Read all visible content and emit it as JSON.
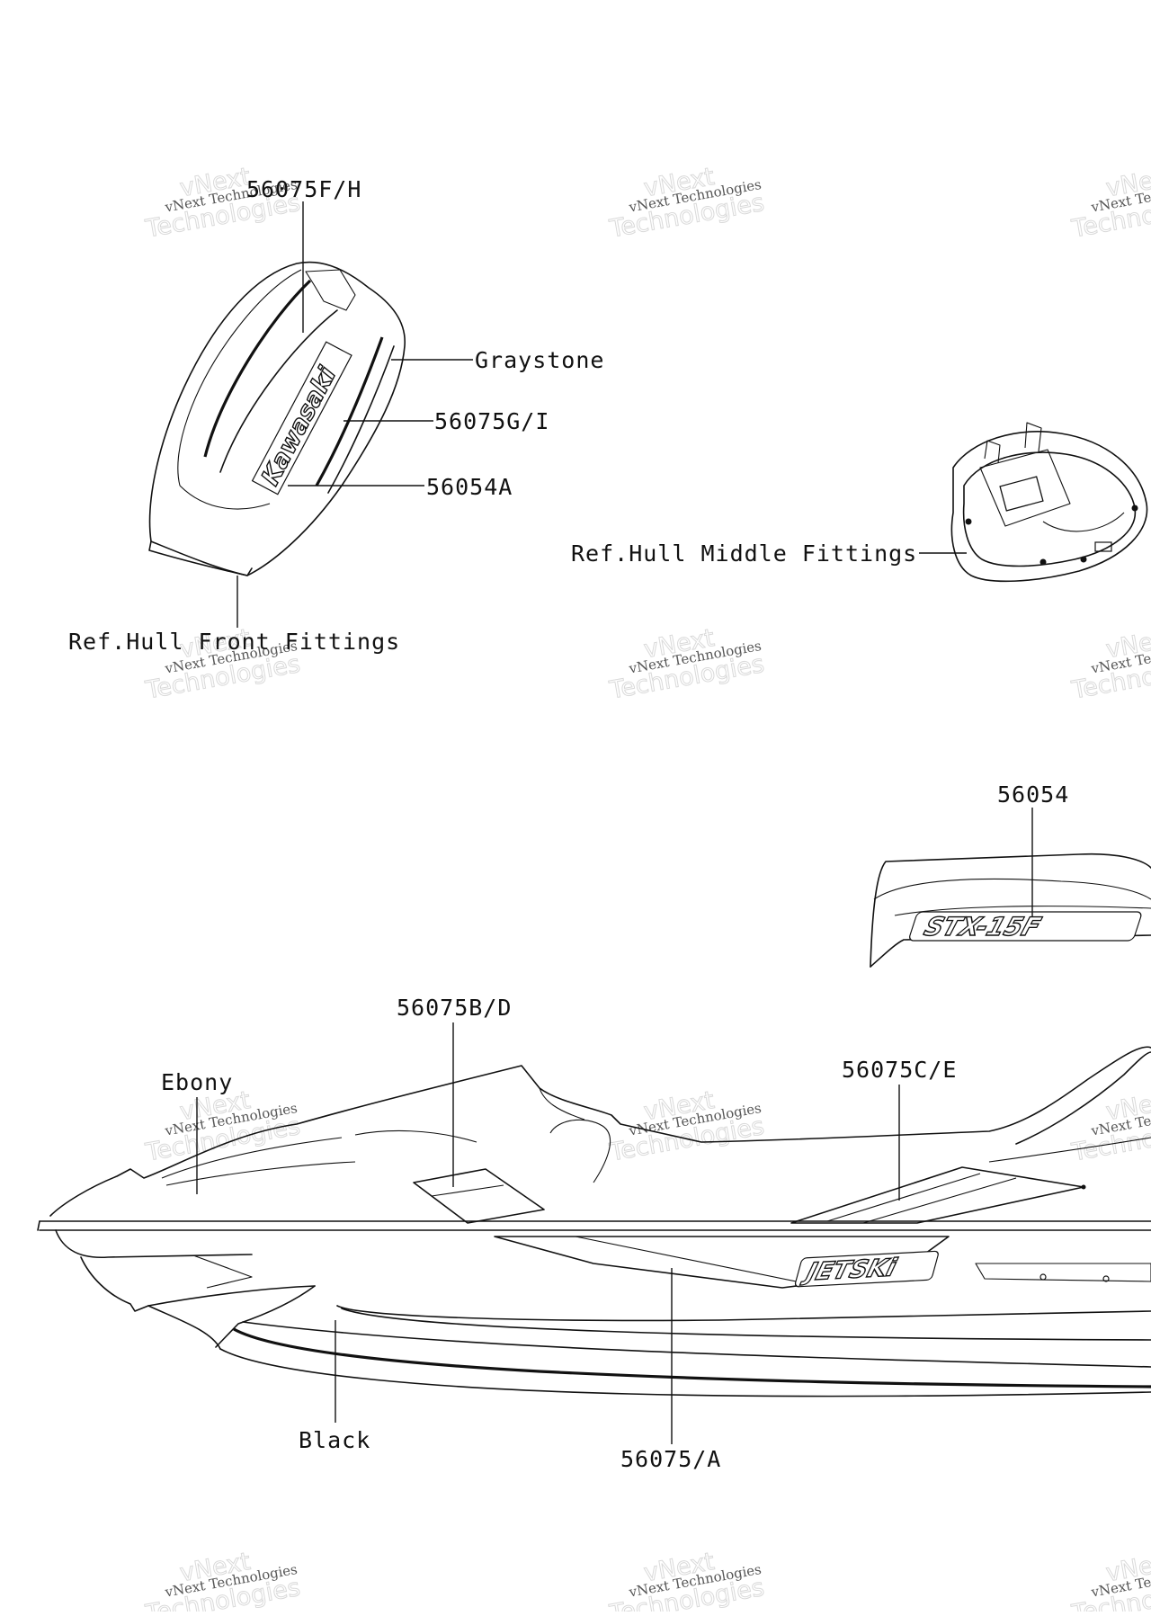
{
  "watermark": {
    "small_text": "vNext Technologies",
    "large_text": "Technologies",
    "top_text": "vNext"
  },
  "callouts": {
    "part_56075FH": "56075F/H",
    "graystone": "Graystone",
    "part_56075GI": "56075G/I",
    "part_56054A": "56054A",
    "ref_hull_front": "Ref.Hull Front Fittings",
    "ref_hull_middle": "Ref.Hull Middle Fittings",
    "part_56054": "56054",
    "part_56075BD": "56075B/D",
    "ebony": "Ebony",
    "part_56075CE": "56075C/E",
    "black": "Black",
    "part_56075A": "56075/A"
  },
  "decal_text": {
    "kawasaki": "Kawasaki",
    "stx": "STX-15F",
    "jetski": "JETSKi"
  }
}
